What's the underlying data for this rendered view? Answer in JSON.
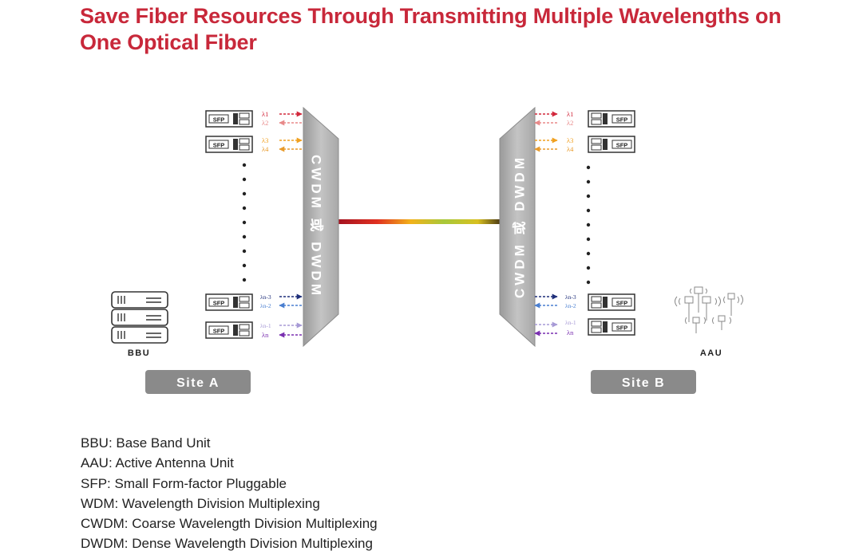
{
  "title": "Save Fiber Resources Through Transmitting Multiple Wavelengths on One Optical Fiber",
  "sfp_label": "SFP",
  "mux_label": "CWDM 或 DWDM",
  "site_a": {
    "equipment_label": "BBU",
    "site_label": "Site A",
    "wavelengths": [
      "λ1",
      "λ2",
      "λ3",
      "λ4",
      "λn-3",
      "λn-2",
      "λn-1",
      "λn"
    ]
  },
  "site_b": {
    "equipment_label": "AAU",
    "site_label": "Site B",
    "wavelengths": [
      "λ1",
      "λ2",
      "λ3",
      "λ4",
      "λn-3",
      "λn-2",
      "λn-1",
      "λn"
    ]
  },
  "colors": {
    "title": "#c8283a",
    "site_button": "#8a8a8a",
    "mux_fill": "#b4b4b4",
    "lambda_1": "#d2283c",
    "lambda_2": "#e88a8a",
    "lambda_3": "#f0a020",
    "lambda_4": "#e89a2a",
    "lambda_n3": "#1f2f7a",
    "lambda_n2": "#4a7fd0",
    "lambda_n1": "#a79ad6",
    "lambda_n": "#7a2fb0"
  },
  "legend": [
    "BBU: Base Band Unit",
    "AAU: Active Antenna Unit",
    "SFP: Small Form-factor Pluggable",
    "WDM: Wavelength Division Multiplexing",
    "CWDM: Coarse Wavelength Division Multiplexing",
    "DWDM: Dense Wavelength Division Multiplexing"
  ]
}
